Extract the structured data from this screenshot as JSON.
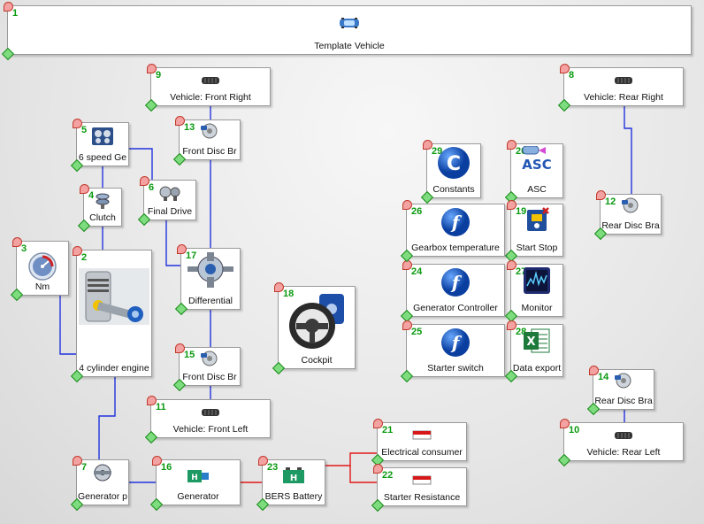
{
  "blocks": [
    {
      "id": "b1",
      "num": "1",
      "label": "Template Vehicle",
      "icon": "car-icon"
    },
    {
      "id": "b2",
      "num": "2",
      "label": "4 cylinder engine",
      "icon": "engine-piston-icon"
    },
    {
      "id": "b3",
      "num": "3",
      "label": "Nm",
      "icon": "torque-gauge-icon"
    },
    {
      "id": "b4",
      "num": "4",
      "label": "Clutch",
      "icon": "clutch-icon"
    },
    {
      "id": "b5",
      "num": "5",
      "label": "6 speed Ge",
      "icon": "gearbox-icon"
    },
    {
      "id": "b6",
      "num": "6",
      "label": "Final Drive",
      "icon": "final-drive-icon"
    },
    {
      "id": "b7",
      "num": "7",
      "label": "Generator p",
      "icon": "generator-pulley-icon"
    },
    {
      "id": "b8",
      "num": "8",
      "label": "Vehicle: Rear Right",
      "icon": "tire-icon"
    },
    {
      "id": "b9",
      "num": "9",
      "label": "Vehicle: Front Right",
      "icon": "tire-icon"
    },
    {
      "id": "b10",
      "num": "10",
      "label": "Vehicle: Rear Left",
      "icon": "tire-icon"
    },
    {
      "id": "b11",
      "num": "11",
      "label": "Vehicle: Front Left",
      "icon": "tire-icon"
    },
    {
      "id": "b12",
      "num": "12",
      "label": "Rear Disc Bra",
      "icon": "disc-brake-icon"
    },
    {
      "id": "b13",
      "num": "13",
      "label": "Front Disc Br",
      "icon": "disc-brake-icon"
    },
    {
      "id": "b14",
      "num": "14",
      "label": "Rear Disc Bra",
      "icon": "disc-brake-icon"
    },
    {
      "id": "b15",
      "num": "15",
      "label": "Front Disc Br",
      "icon": "disc-brake-icon"
    },
    {
      "id": "b16",
      "num": "16",
      "label": "Generator",
      "icon": "generator-icon"
    },
    {
      "id": "b17",
      "num": "17",
      "label": "Differential",
      "icon": "differential-icon"
    },
    {
      "id": "b18",
      "num": "18",
      "label": "Cockpit",
      "icon": "steering-wheel-icon"
    },
    {
      "id": "b20",
      "num": "20",
      "label": "ASC",
      "icon": "asc-icon"
    },
    {
      "id": "b19",
      "num": "19",
      "label": "Start Stop",
      "icon": "start-stop-icon"
    },
    {
      "id": "b21",
      "num": "21",
      "label": "Electrical consumer",
      "icon": "resistor-icon"
    },
    {
      "id": "b22",
      "num": "22",
      "label": "Starter Resistance",
      "icon": "resistor-icon"
    },
    {
      "id": "b23",
      "num": "23",
      "label": "BERS Battery",
      "icon": "battery-icon"
    },
    {
      "id": "b24",
      "num": "24",
      "label": "Generator Controller",
      "icon": "function-icon"
    },
    {
      "id": "b25",
      "num": "25",
      "label": "Starter switch",
      "icon": "function-icon"
    },
    {
      "id": "b26",
      "num": "26",
      "label": "Gearbox temperature",
      "icon": "function-icon"
    },
    {
      "id": "b27",
      "num": "27",
      "label": "Monitor",
      "icon": "monitor-icon"
    },
    {
      "id": "b28",
      "num": "28",
      "label": "Data export",
      "icon": "excel-icon"
    },
    {
      "id": "b29",
      "num": "29",
      "label": "Constants",
      "icon": "constants-icon"
    }
  ],
  "colors": {
    "mechanical_wire": "#2233dd",
    "electrical_wire": "#e01818",
    "block_number": "#0a9a10"
  }
}
